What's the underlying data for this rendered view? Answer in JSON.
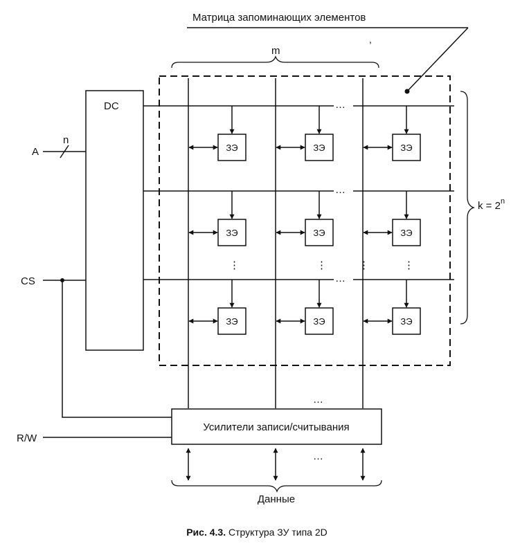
{
  "title": "Матрица запоминающих элементов",
  "labels": {
    "m": "m",
    "dc": "DC",
    "a": "A",
    "n": "n",
    "cs": "CS",
    "rw": "R/W",
    "k_main": "k = 2",
    "k_exp": "n",
    "cell": "ЗЭ",
    "amplifier": "Усилители записи/считывания",
    "data": "Данные",
    "ellipsis_h": "…",
    "ellipsis_v": "⋮"
  },
  "caption": {
    "prefix": "Рис. 4.3.",
    "text": " Структура ЗУ типа 2D"
  },
  "matrix": {
    "rows": 3,
    "cols": 3,
    "row_count_symbol": "k",
    "col_count_symbol": "m"
  },
  "colors": {
    "line": "#111111",
    "background": "#ffffff"
  }
}
